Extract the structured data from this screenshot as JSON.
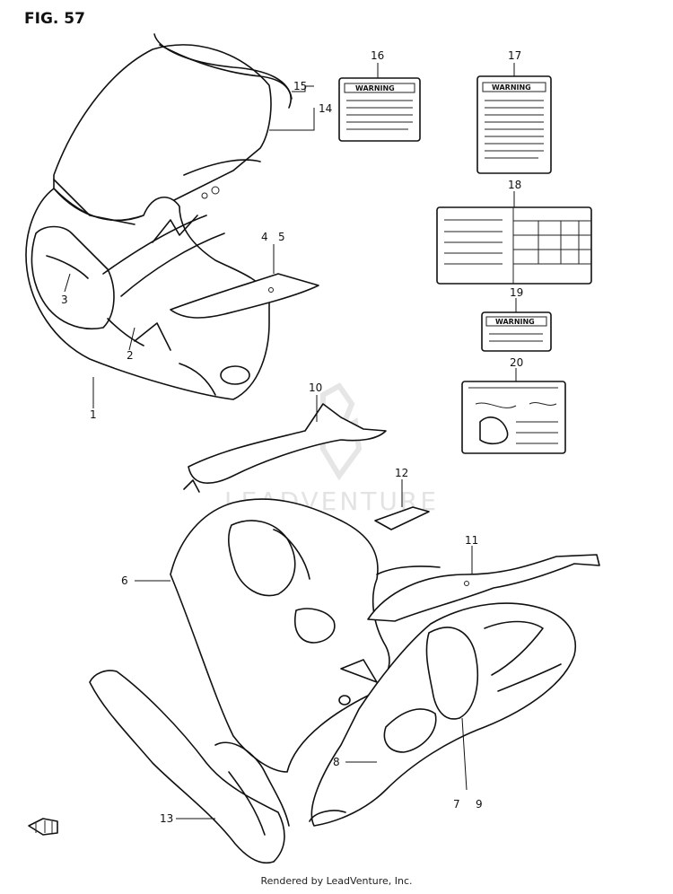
{
  "figure": {
    "title": "FIG. 57"
  },
  "callouts": [
    "1",
    "2",
    "3",
    "4",
    "5",
    "6",
    "7",
    "8",
    "9",
    "10",
    "11",
    "12",
    "13",
    "14",
    "15",
    "16",
    "17",
    "18",
    "19",
    "20"
  ],
  "labels": {
    "warning_16": "WARNING",
    "warning_17": "WARNING",
    "warning_19": "WARNING"
  },
  "watermark": "LEADVENTURE",
  "footer": "Rendered by LeadVenture, Inc."
}
